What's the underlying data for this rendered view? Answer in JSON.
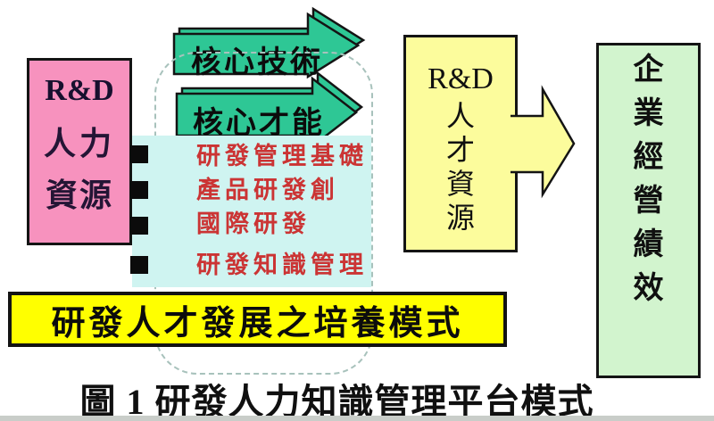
{
  "caption": "圖 1 研發人力知識管理平台模式",
  "rd_hr_box": {
    "title": "R&D",
    "line2": "人力",
    "line3": "資源",
    "fill_color": "#f792be"
  },
  "core_arrows": {
    "top_label": "核心技術",
    "bottom_label": "核心才能",
    "fill_color": "#2ec795"
  },
  "knowledge_panel": {
    "fill_color": "#cff4f1",
    "text_color": "#cb3434",
    "items": [
      "研發管理基礎",
      "產品研發創",
      "國際研發",
      "研發知識管理"
    ]
  },
  "banner": {
    "label": "研發人才發展之培養模式",
    "fill_color": "#ffff00"
  },
  "rd_talent_box": {
    "title": "R&D",
    "chars": [
      "人",
      "才",
      "資",
      "源"
    ],
    "fill_color": "#fcfc9c"
  },
  "performance_box": {
    "chars": [
      "企",
      "業",
      "經",
      "營",
      "績",
      "效"
    ],
    "fill_color": "#d2f4ce"
  },
  "frame_color": "#a8c2bc"
}
